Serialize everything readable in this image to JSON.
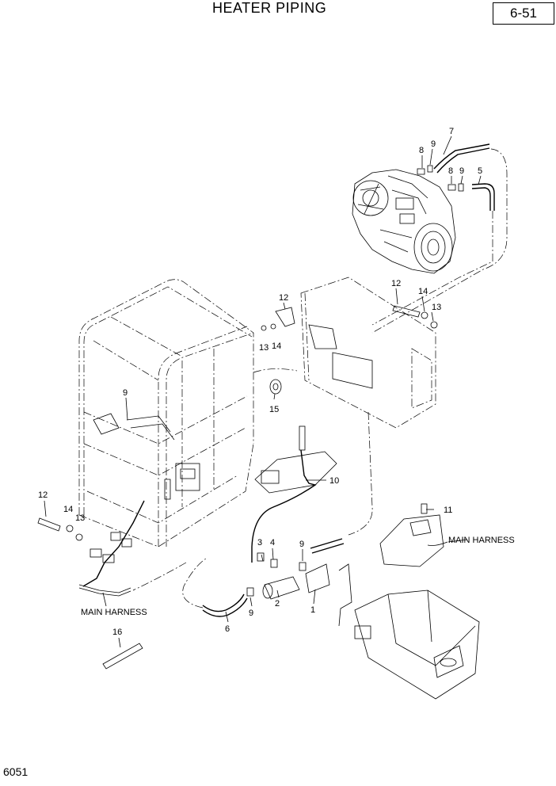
{
  "header": {
    "title": "HEATER PIPING",
    "page_ref": "6-51"
  },
  "footer": {
    "doc_number": "6051"
  },
  "callouts": {
    "c1": "1",
    "c2": "2",
    "c3": "3",
    "c4": "4",
    "c5": "5",
    "c6": "6",
    "c7": "7",
    "c8a": "8",
    "c8b": "8",
    "c9a": "9",
    "c9b": "9",
    "c9c": "9",
    "c9d": "9",
    "c9e": "9",
    "c10": "10",
    "c11": "11",
    "c12a": "12",
    "c12b": "12",
    "c12c": "12",
    "c13a": "13",
    "c13b": "13",
    "c13c": "13",
    "c14a": "14",
    "c14b": "14",
    "c14c": "14",
    "c15": "15",
    "c16": "16"
  },
  "harness_labels": {
    "main_left": "MAIN HARNESS",
    "main_right": "MAIN HARNESS"
  }
}
